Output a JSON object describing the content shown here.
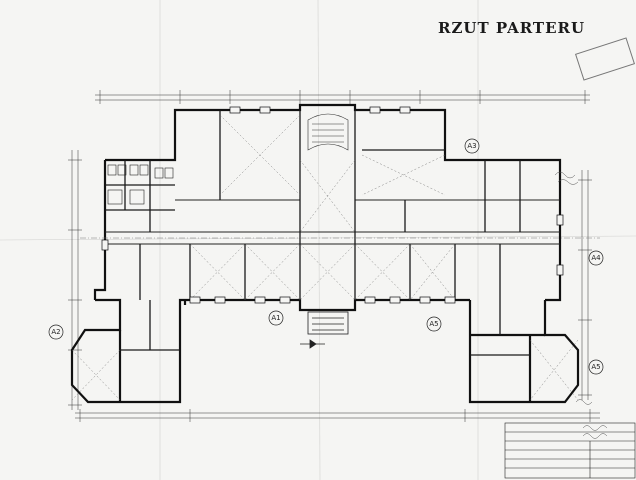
{
  "drawing": {
    "title": "RZUT PARTERU",
    "stamp_lines": [
      "",
      ""
    ],
    "axis_markers": [
      "A2",
      "A1",
      "A3",
      "A4",
      "A5",
      "A5"
    ]
  },
  "colors": {
    "paper": "#f5f5f3",
    "ink": "#1a1a1a",
    "faint_ink": "#8a8a8a"
  }
}
